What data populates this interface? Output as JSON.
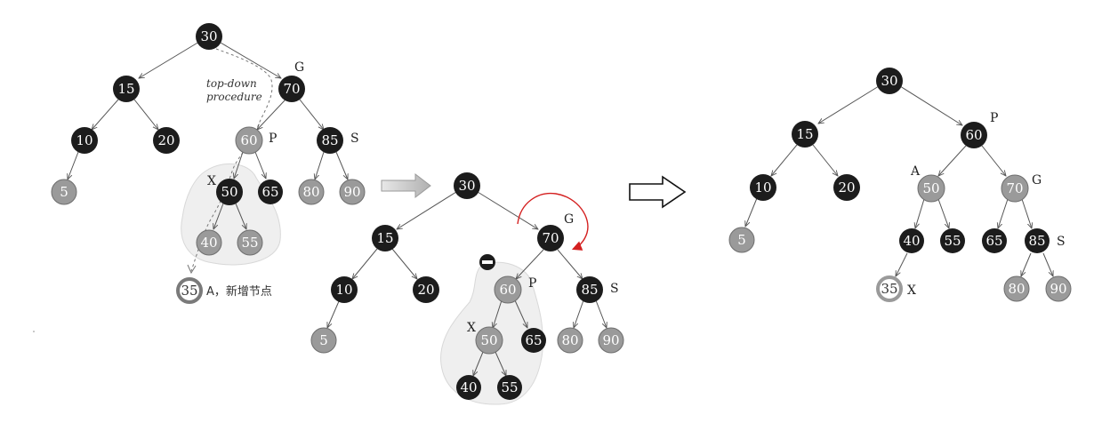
{
  "diagram1": {
    "annotation_line1": "top-down",
    "annotation_line2": "procedure",
    "new_node_caption": "A，新增节点",
    "nodes": {
      "n30": "30",
      "n15": "15",
      "n70": "70",
      "n10": "10",
      "n20": "20",
      "n60": "60",
      "n85": "85",
      "n5": "5",
      "n50": "50",
      "n65": "65",
      "n80": "80",
      "n90": "90",
      "n40": "40",
      "n55": "55",
      "n35": "35"
    },
    "labels": {
      "G": "G",
      "P": "P",
      "S": "S",
      "X": "X"
    }
  },
  "diagram2": {
    "nodes": {
      "n30": "30",
      "n15": "15",
      "n70": "70",
      "n10": "10",
      "n20": "20",
      "n60": "60",
      "n85": "85",
      "n5": "5",
      "n50": "50",
      "n65": "65",
      "n80": "80",
      "n90": "90",
      "n40": "40",
      "n55": "55"
    },
    "labels": {
      "G": "G",
      "P": "P",
      "S": "S",
      "X": "X"
    }
  },
  "diagram3": {
    "nodes": {
      "n30": "30",
      "n15": "15",
      "n60": "60",
      "n10": "10",
      "n20": "20",
      "n50": "50",
      "n70": "70",
      "n5": "5",
      "n40": "40",
      "n55": "55",
      "n65": "65",
      "n85": "85",
      "n35": "35",
      "n80": "80",
      "n90": "90"
    },
    "labels": {
      "P": "P",
      "A": "A",
      "G": "G",
      "S": "S",
      "X": "X"
    }
  },
  "colors": {
    "black_node": "#1c1c1c",
    "gray_node": "#9a9a9a",
    "edge": "#555555",
    "rotation_arrow": "#d42020",
    "highlight_region": "#eeeeee"
  }
}
